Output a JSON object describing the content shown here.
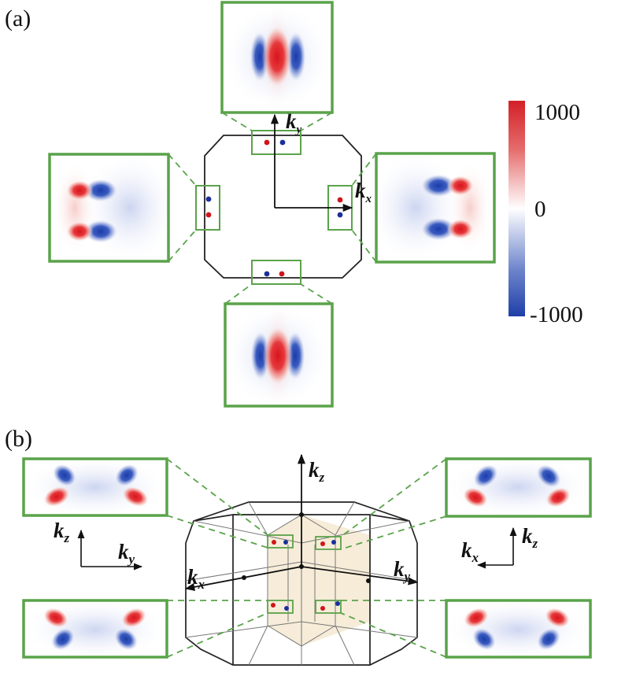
{
  "panels": {
    "a": {
      "label": "(a)"
    },
    "b": {
      "label": "(b)"
    }
  },
  "axes": {
    "kx": {
      "letter": "k",
      "sub": "x"
    },
    "ky": {
      "letter": "k",
      "sub": "y"
    },
    "kz": {
      "letter": "k",
      "sub": "z"
    }
  },
  "colorbar": {
    "max": "1000",
    "mid": "0",
    "min": "-1000",
    "colors": {
      "positive": "#d32027",
      "zero": "#ffffff",
      "negative": "#1f3fa8"
    }
  },
  "colors": {
    "frame": "#5aa34a",
    "red_dot": "#d0141b",
    "blue_dot": "#1b2f9a",
    "zone_line": "#222222",
    "shading": "#f6eedd"
  }
}
